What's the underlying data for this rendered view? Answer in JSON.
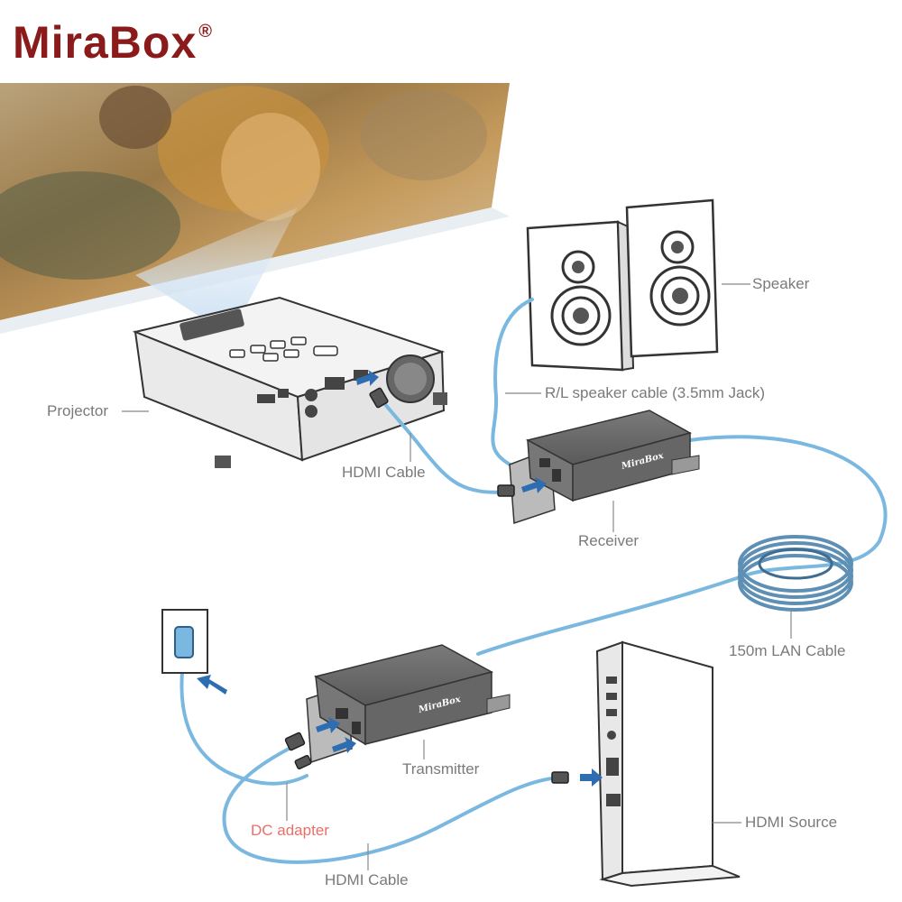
{
  "brand": {
    "name": "MiraBox",
    "registered": "®"
  },
  "device_brand": "MiraBox",
  "labels": {
    "projector": "Projector",
    "speaker": "Speaker",
    "speaker_cable": "R/L speaker cable (3.5mm Jack)",
    "hdmi_cable_top": "HDMI Cable",
    "receiver": "Receiver",
    "lan_cable": "150m LAN Cable",
    "transmitter": "Transmitter",
    "dc_adapter": "DC adapter",
    "hdmi_source": "HDMI Source",
    "hdmi_cable_bottom": "HDMI Cable"
  },
  "colors": {
    "brand": "#8b1a1a",
    "cable": "#7ab8e0",
    "arrow": "#2f6db3",
    "device_dark": "#5c5c5c",
    "label_gray": "#7a7a7a",
    "dc_label": "#e8706a"
  }
}
